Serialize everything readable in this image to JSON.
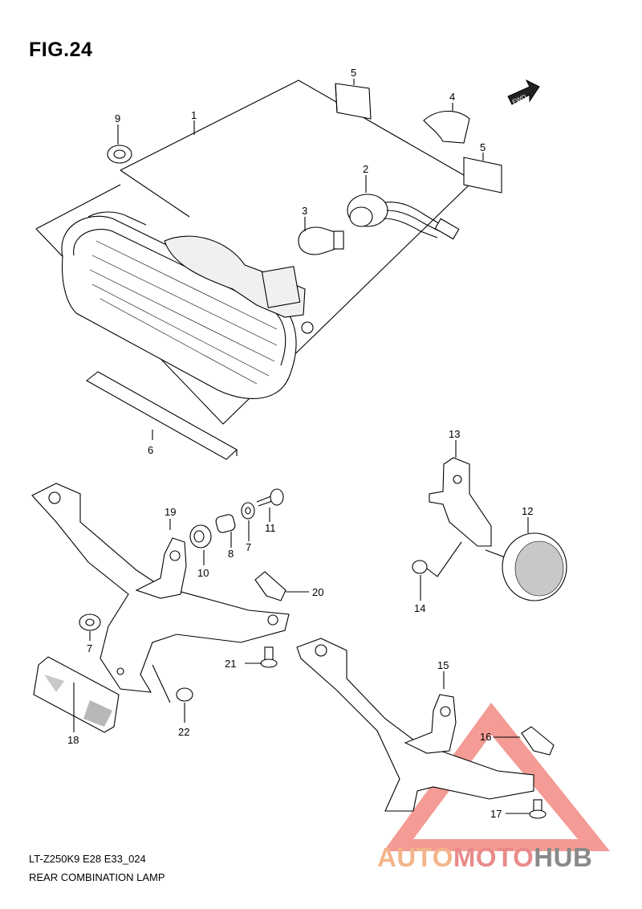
{
  "figure": {
    "title": "FIG.24",
    "code": "LT-Z250K9  E28 E33_024",
    "name": "REAR COMBINATION LAMP"
  },
  "fwd_label": "FWD",
  "callouts": [
    {
      "id": "1",
      "part": "housing"
    },
    {
      "id": "2",
      "part": "socket"
    },
    {
      "id": "3",
      "part": "bulb"
    },
    {
      "id": "4",
      "part": "cushion"
    },
    {
      "id": "5",
      "part": "pad-top"
    },
    {
      "id": "5",
      "part": "pad-right"
    },
    {
      "id": "6",
      "part": "strip"
    },
    {
      "id": "7",
      "part": "washer-upper"
    },
    {
      "id": "7",
      "part": "washer-lower"
    },
    {
      "id": "8",
      "part": "collar"
    },
    {
      "id": "9",
      "part": "grommet"
    },
    {
      "id": "10",
      "part": "grommet-bracket"
    },
    {
      "id": "11",
      "part": "screw"
    },
    {
      "id": "12",
      "part": "reflector-round"
    },
    {
      "id": "13",
      "part": "bracket-small"
    },
    {
      "id": "14",
      "part": "nut"
    },
    {
      "id": "15",
      "part": "bracket-right"
    },
    {
      "id": "16",
      "part": "clip-right"
    },
    {
      "id": "17",
      "part": "screw-right"
    },
    {
      "id": "18",
      "part": "reflector-rect"
    },
    {
      "id": "19",
      "part": "bracket-left"
    },
    {
      "id": "20",
      "part": "clip-left"
    },
    {
      "id": "21",
      "part": "screw-left"
    },
    {
      "id": "22",
      "part": "nut-left"
    }
  ],
  "watermark": {
    "prefix": "AUTO",
    "middle": "MOTO",
    "suffix": "HUB",
    "colors": {
      "prefix": "#f3b48a",
      "middle": "#e98a8a",
      "suffix": "#8a8a8a",
      "triangle": "#e9483d"
    }
  }
}
